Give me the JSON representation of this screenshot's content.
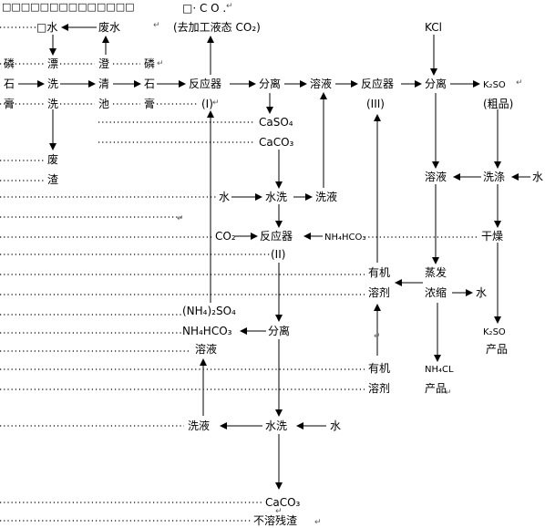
{
  "header": {
    "glyph_run": "□□□□□□□□□□□□□□",
    "co_text": "□· C O ."
  },
  "nodes": {
    "shui_top": "□水",
    "feishui": "废水",
    "qu_jiagong": "(去加工液态 CO₂)",
    "kcl": "KCl",
    "lin_1": "磷",
    "piao": "漂",
    "cheng_1": "澄",
    "lin_2": "磷",
    "shi_1": "石",
    "xi_1": "洗",
    "qing": "清",
    "shi_2": "石",
    "fanyingqi_1": "反应器",
    "fenli_1": "分离",
    "rongye_1": "溶液",
    "fanyingqi_3": "反应器",
    "fenli_3": "分离",
    "k2so_1": "K₂SO",
    "gao_1": "膏",
    "di_1": "洗",
    "chi": "池",
    "gao_2": "膏",
    "mark_i": "(I)",
    "mark_iii": "(III)",
    "cupin": "(粗品)",
    "caso4": "CaSO₄",
    "caco3_1": "CaCO₃",
    "fei": "废",
    "zha": "渣",
    "rongye_2": "溶液",
    "xidi": "洗涤",
    "shui_r1": "水",
    "shui_2": "水",
    "shuixi_1": "水洗",
    "xiye_1": "洗液",
    "co2": "CO₂",
    "fanyingqi_2": "反应器",
    "nh4hco3_in": "NH₄HCO₃",
    "ganzao": "干燥",
    "mark_ii": "(II)",
    "youji_1": "有机",
    "zhengfa": "蒸发",
    "rongji_1": "溶剂",
    "nongsuo": "浓缩",
    "shui_3": "水",
    "nh4_2so4": "(NH₄)₂SO₄",
    "nh4hco3_out": "NH₄HCO₃",
    "fenli_2": "分离",
    "rongye_3": "溶液",
    "k2so_2": "K₂SO",
    "chanpin_1": "产品",
    "youji_2": "有机",
    "nh4cl": "NH₄CL",
    "rongji_2": "溶剂",
    "chanpin_2": "产品",
    "xiye_2": "洗液",
    "shuixi_2": "水洗",
    "shui_4": "水",
    "caco3_2": "CaCO₃",
    "burongcanzha": "不溶残渣"
  },
  "colors": {
    "ink": "#000000",
    "dots": "#000000",
    "para": "#5a5a5a"
  }
}
